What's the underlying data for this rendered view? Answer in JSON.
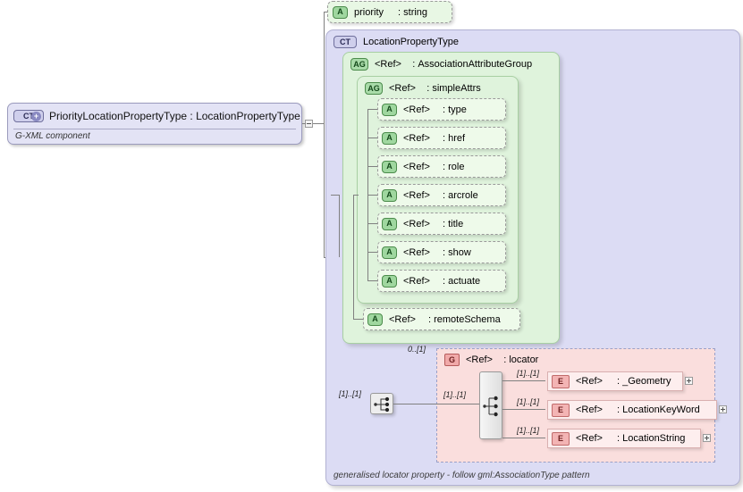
{
  "diagram": {
    "kind": "xml-schema-diagram",
    "root": {
      "badge": "CT",
      "badge_expander": "+",
      "name": "PriorityLocationPropertyType",
      "separator": ":",
      "type": "LocationPropertyType",
      "title_full": "PriorityLocationPropertyType  : LocationPropertyType",
      "annotation": "G-XML component"
    },
    "priority_attribute": {
      "badge": "A",
      "name": "priority",
      "separator": ":",
      "type": "string"
    },
    "complex_type_panel": {
      "badge": "CT",
      "name": "LocationPropertyType",
      "caption": "generalised locator property  - follow gml:AssociationType pattern"
    },
    "association_attribute_group": {
      "badge": "AG",
      "ref": "<Ref>",
      "separator": ":",
      "name": "AssociationAttributeGroup"
    },
    "simple_attrs_group": {
      "badge": "AG",
      "ref": "<Ref>",
      "separator": ":",
      "name": "simpleAttrs"
    },
    "simple_attrs_members": [
      {
        "badge": "A",
        "ref": "<Ref>",
        "separator": ":",
        "name": "type"
      },
      {
        "badge": "A",
        "ref": "<Ref>",
        "separator": ":",
        "name": "href"
      },
      {
        "badge": "A",
        "ref": "<Ref>",
        "separator": ":",
        "name": "role"
      },
      {
        "badge": "A",
        "ref": "<Ref>",
        "separator": ":",
        "name": "arcrole"
      },
      {
        "badge": "A",
        "ref": "<Ref>",
        "separator": ":",
        "name": "title"
      },
      {
        "badge": "A",
        "ref": "<Ref>",
        "separator": ":",
        "name": "show"
      },
      {
        "badge": "A",
        "ref": "<Ref>",
        "separator": ":",
        "name": "actuate"
      }
    ],
    "remote_schema": {
      "badge": "A",
      "ref": "<Ref>",
      "separator": ":",
      "name": "remoteSchema"
    },
    "locator_group": {
      "badge": "G",
      "ref": "<Ref>",
      "separator": ":",
      "name": "locator",
      "cardinality": "0..[1]",
      "sequence_cardinality": "[1]..[1]",
      "members": [
        {
          "badge": "E",
          "ref": "<Ref>",
          "separator": ":",
          "name": "_Geometry",
          "cardinality": "[1]..[1]",
          "expander": "+"
        },
        {
          "badge": "E",
          "ref": "<Ref>",
          "separator": ":",
          "name": "LocationKeyWord",
          "cardinality": "[1]..[1]",
          "expander": "+"
        },
        {
          "badge": "E",
          "ref": "<Ref>",
          "separator": ":",
          "name": "LocationString",
          "cardinality": "[1]..[1]",
          "expander": "+"
        }
      ]
    },
    "toggles": {
      "root_collapse": "-"
    },
    "colors": {
      "complex_type_panel": "#dcdcf4",
      "attribute_group_panel": "#dff3dc",
      "element_group_panel": "#fadedd",
      "root_box": "#e3e3f5",
      "connector_line": "#808080"
    }
  }
}
